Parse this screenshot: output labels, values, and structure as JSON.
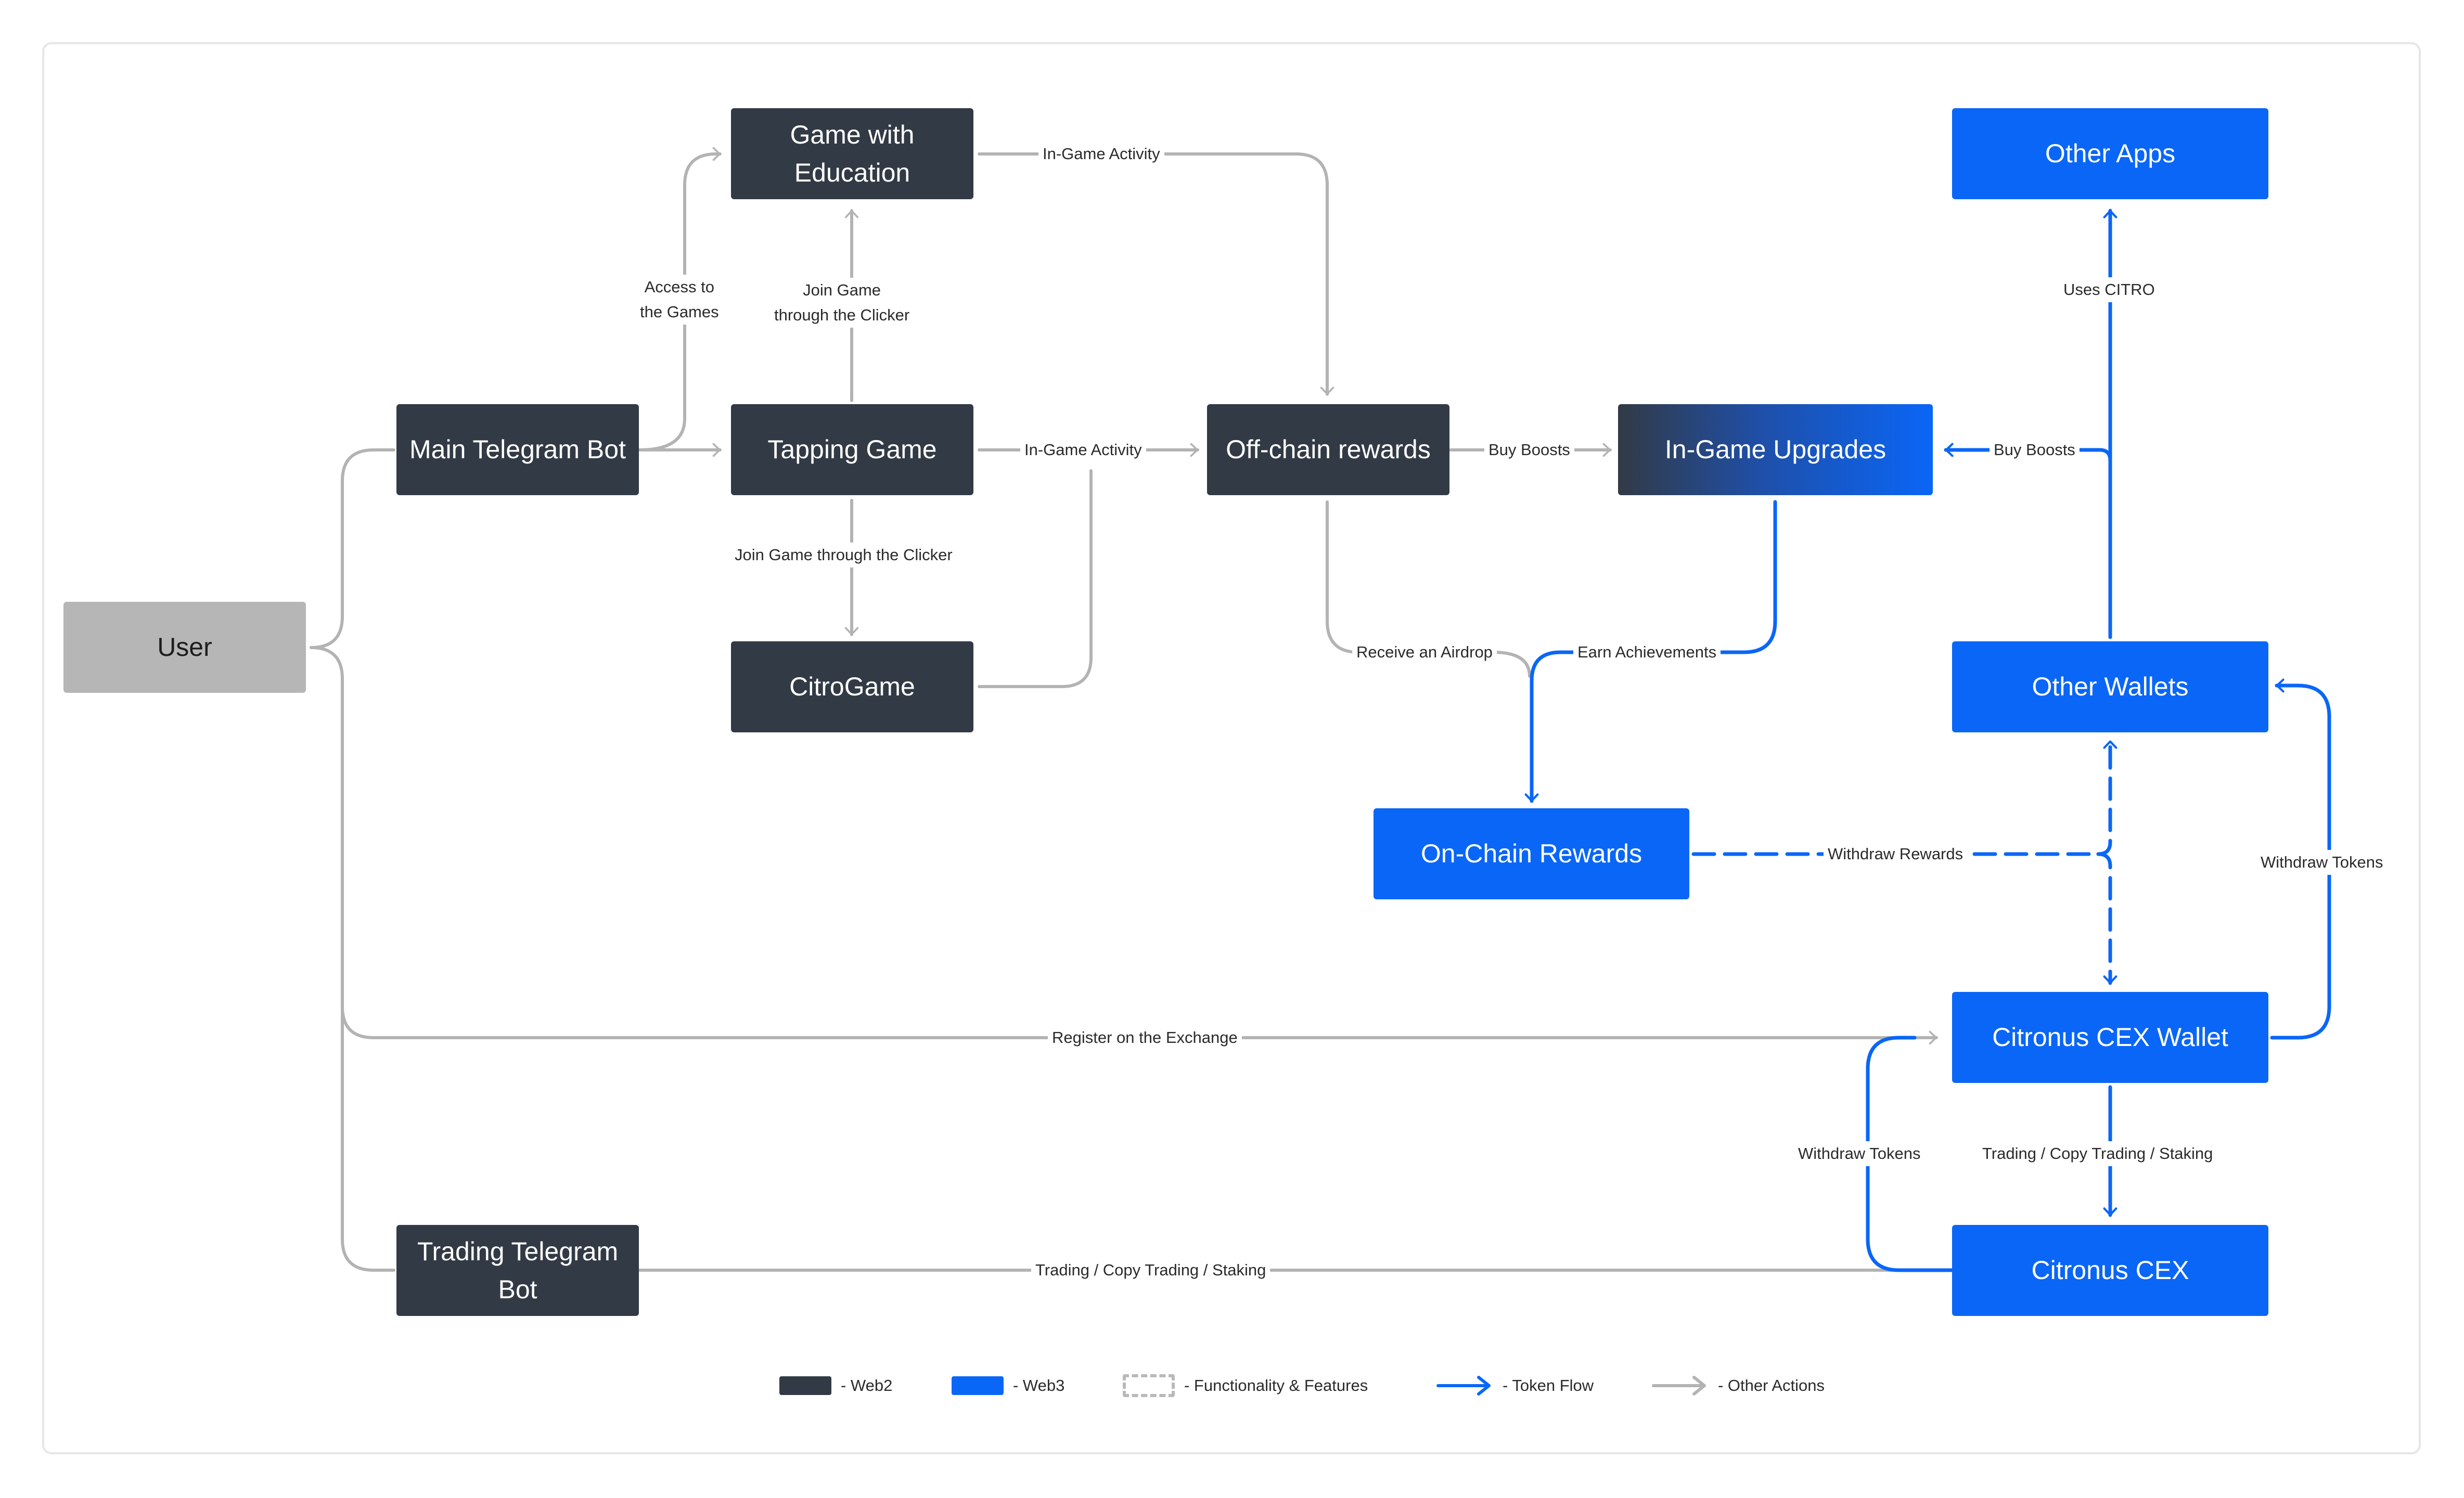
{
  "nodes": {
    "user": "User",
    "main_bot": "Main Telegram Bot",
    "trading_bot": "Trading Telegram\nBot",
    "game_education": "Game with\nEducation",
    "tapping_game": "Tapping Game",
    "citrogame": "CitroGame",
    "offchain_rewards": "Off-chain rewards",
    "ingame_upgrades": "In-Game Upgrades",
    "onchain_rewards": "On-Chain Rewards",
    "other_apps": "Other Apps",
    "other_wallets": "Other Wallets",
    "cex_wallet": "Citronus CEX Wallet",
    "cex": "Citronus CEX"
  },
  "edge_labels": {
    "access_games": "Access to\nthe Games",
    "join_game_top": "Join Game\nthrough the Clicker",
    "ingame_activity_top": "In-Game Activity",
    "ingame_activity_mid": "In-Game Activity",
    "join_game_bottom": "Join Game through the Clicker",
    "buy_boosts_left": "Buy Boosts",
    "buy_boosts_right": "Buy Boosts",
    "uses_citro": "Uses CITRO",
    "receive_airdrop": "Receive an Airdrop",
    "earn_achievements": "Earn Achievements",
    "withdraw_rewards": "Withdraw Rewards",
    "withdraw_tokens_right": "Withdraw Tokens",
    "register_exchange": "Register on the Exchange",
    "withdraw_tokens_left": "Withdraw Tokens",
    "trading_right": "Trading / Copy Trading / Staking",
    "trading_bottom": "Trading / Copy Trading / Staking"
  },
  "legend": {
    "web2": "- Web2",
    "web3": "- Web3",
    "features": "- Functionality & Features",
    "token_flow": "- Token Flow",
    "other_actions": "- Other Actions"
  },
  "colors": {
    "web2": "#323a45",
    "web3": "#0a66f7",
    "user": "#b6b6b6",
    "gray_line": "#b3b3b3",
    "blue_line": "#0a66f7"
  }
}
